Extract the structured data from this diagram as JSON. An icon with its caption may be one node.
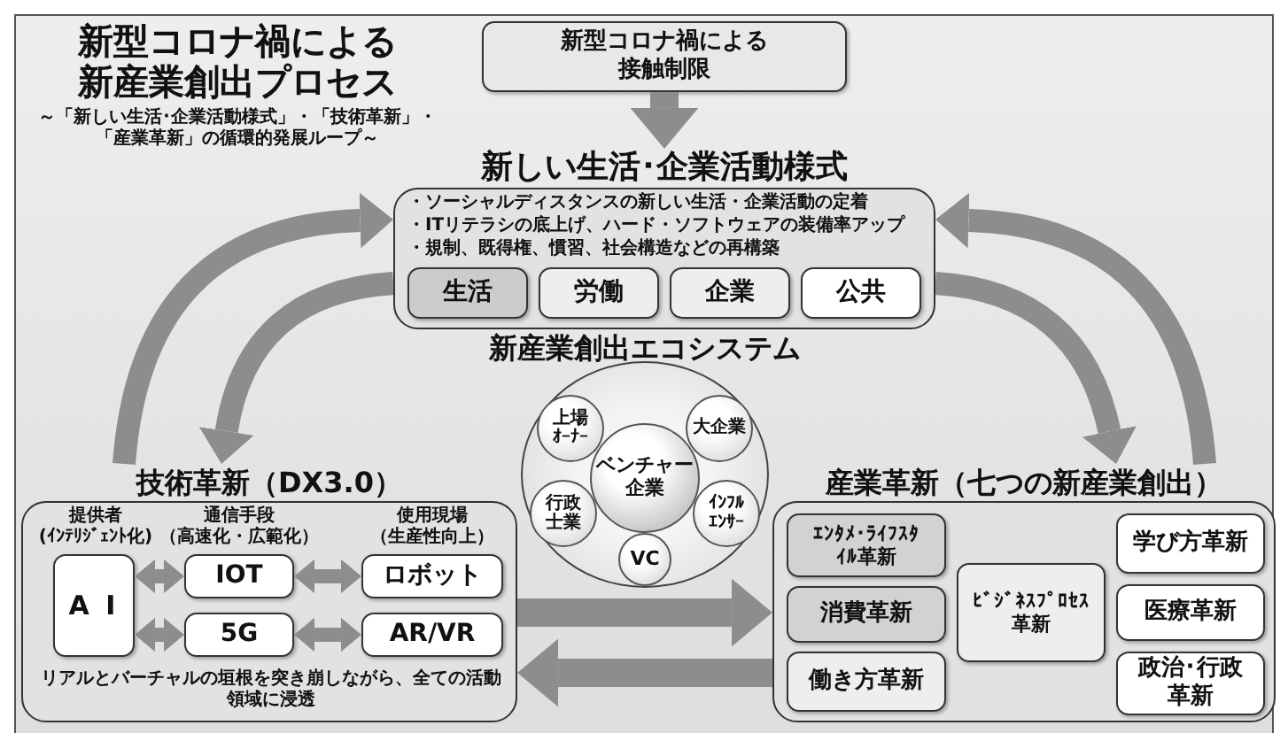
{
  "diagram": {
    "title": "新型コロナ禍による新産業創出プロセス",
    "nodes": [
      {
        "text": [
          "新型コロナ禍による接触制限"
        ]
      },
      {
        "text": [
          "新しい生活･企業活動様式",
          "・ソーシャルディスタンスの新しい生活・企業活動の定着",
          "・ITリテラシの底上げ、ハード・ソフトウェアの装備率アップ",
          "・規制、既得権、慣習、社会構造などの再構築"
        ]
      },
      {
        "text": [
          "生活"
        ],
        "in": 1
      },
      {
        "text": [
          "労働"
        ],
        "in": 1
      },
      {
        "text": [
          "企業"
        ],
        "in": 1
      },
      {
        "text": [
          "公共"
        ],
        "in": 1
      },
      {
        "text": [
          "新産業創出エコシステム"
        ]
      },
      {
        "text": [
          "上場ｵｰﾅｰ"
        ],
        "in": 6
      },
      {
        "text": [
          "大企業"
        ],
        "in": 6
      },
      {
        "text": [
          "ベンチャー企業"
        ],
        "in": 6
      },
      {
        "text": [
          "行政士業"
        ],
        "in": 6
      },
      {
        "text": [
          "ｲﾝﾌﾙｴﾝｻｰ"
        ],
        "in": 6
      },
      {
        "text": [
          "VC"
        ],
        "in": 6
      },
      {
        "text": [
          "技術革新（DX3.0）",
          "提供者",
          "(ｲﾝﾃﾘｼﾞｪﾝﾄ化)",
          "通信手段",
          "（高速化・広範化）",
          "使用現場",
          "（生産性向上）",
          "リアルとバーチャルの垣根を突き崩しながら、全ての活動領域に浸透"
        ]
      },
      {
        "text": [
          "A I"
        ],
        "in": 13
      },
      {
        "text": [
          "IOT"
        ],
        "in": 13
      },
      {
        "text": [
          "ロボット"
        ],
        "in": 13
      },
      {
        "text": [
          "5G"
        ],
        "in": 13
      },
      {
        "text": [
          "AR/VR"
        ],
        "in": 13
      },
      {
        "text": [
          "産業革新（七つの新産業創出）"
        ]
      },
      {
        "text": [
          "ｴﾝﾀﾒ･ﾗｲﾌｽﾀｲﾙ革新"
        ],
        "in": 19
      },
      {
        "text": [
          "消費革新"
        ],
        "in": 19
      },
      {
        "text": [
          "働き方革新"
        ],
        "in": 19
      },
      {
        "text": [
          "ﾋﾞｼﾞﾈｽﾌﾟﾛｾｽ革新"
        ],
        "in": 19
      },
      {
        "text": [
          "学び方革新"
        ],
        "in": 19
      },
      {
        "text": [
          "医療革新"
        ],
        "in": 19
      },
      {
        "text": [
          "政治･行政革新"
        ],
        "in": 19
      }
    ],
    "edges": [
      {
        "from": 0,
        "to": 1,
        "arrow": "to"
      },
      {
        "from": 14,
        "to": 15,
        "arrow": "both"
      },
      {
        "from": 15,
        "to": 16,
        "arrow": "both"
      },
      {
        "from": 14,
        "to": 17,
        "arrow": "both"
      },
      {
        "from": 17,
        "to": 18,
        "arrow": "both"
      },
      {
        "from": 13,
        "to": 19,
        "arrow": "to"
      },
      {
        "from": 19,
        "to": 13,
        "arrow": "to"
      },
      {
        "from": 13,
        "to": 1,
        "arrow": "to"
      },
      {
        "from": 1,
        "to": 13,
        "arrow": "to"
      },
      {
        "from": 19,
        "to": 1,
        "arrow": "to"
      },
      {
        "from": 1,
        "to": 19,
        "arrow": "to"
      }
    ],
    "labels": [
      "～「新しい生活･企業活動様式」・「技術革新」・「産業革新」の循環的発展ループ～"
    ]
  }
}
